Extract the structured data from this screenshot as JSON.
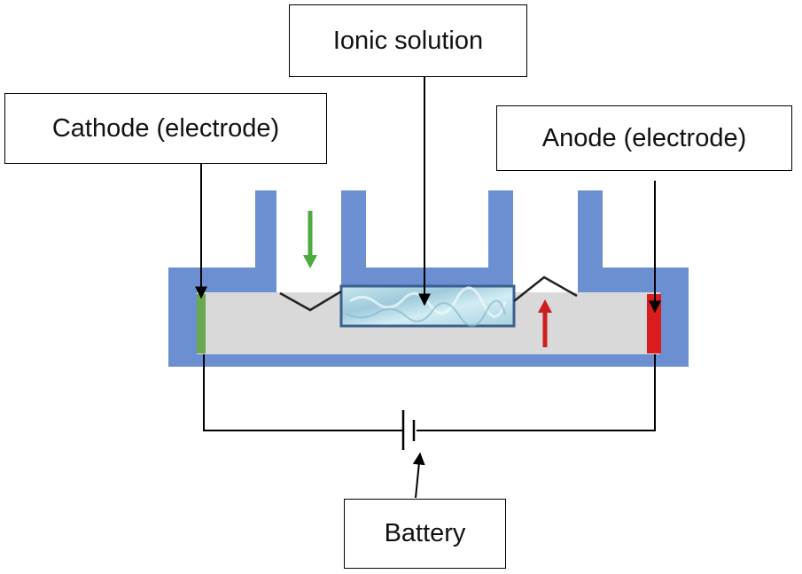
{
  "labels": {
    "ionic_solution": "Ionic solution",
    "cathode": "Cathode (electrode)",
    "anode": "Anode (electrode)",
    "battery": "Battery"
  },
  "colors": {
    "chamber": "#6b8fd1",
    "channel": "#d9d9d9",
    "cathode": "#6aa84f",
    "anode": "#dc1c1c",
    "down_arrow": "#4caa3f",
    "up_arrow": "#cc1f1f",
    "membrane_fill": "#b7dbe8",
    "membrane_border": "#3d5f8d",
    "line": "#000000"
  },
  "icons": {
    "down_arrow": "down-arrow-icon",
    "up_arrow": "up-arrow-icon",
    "battery_symbol": "battery-icon"
  }
}
